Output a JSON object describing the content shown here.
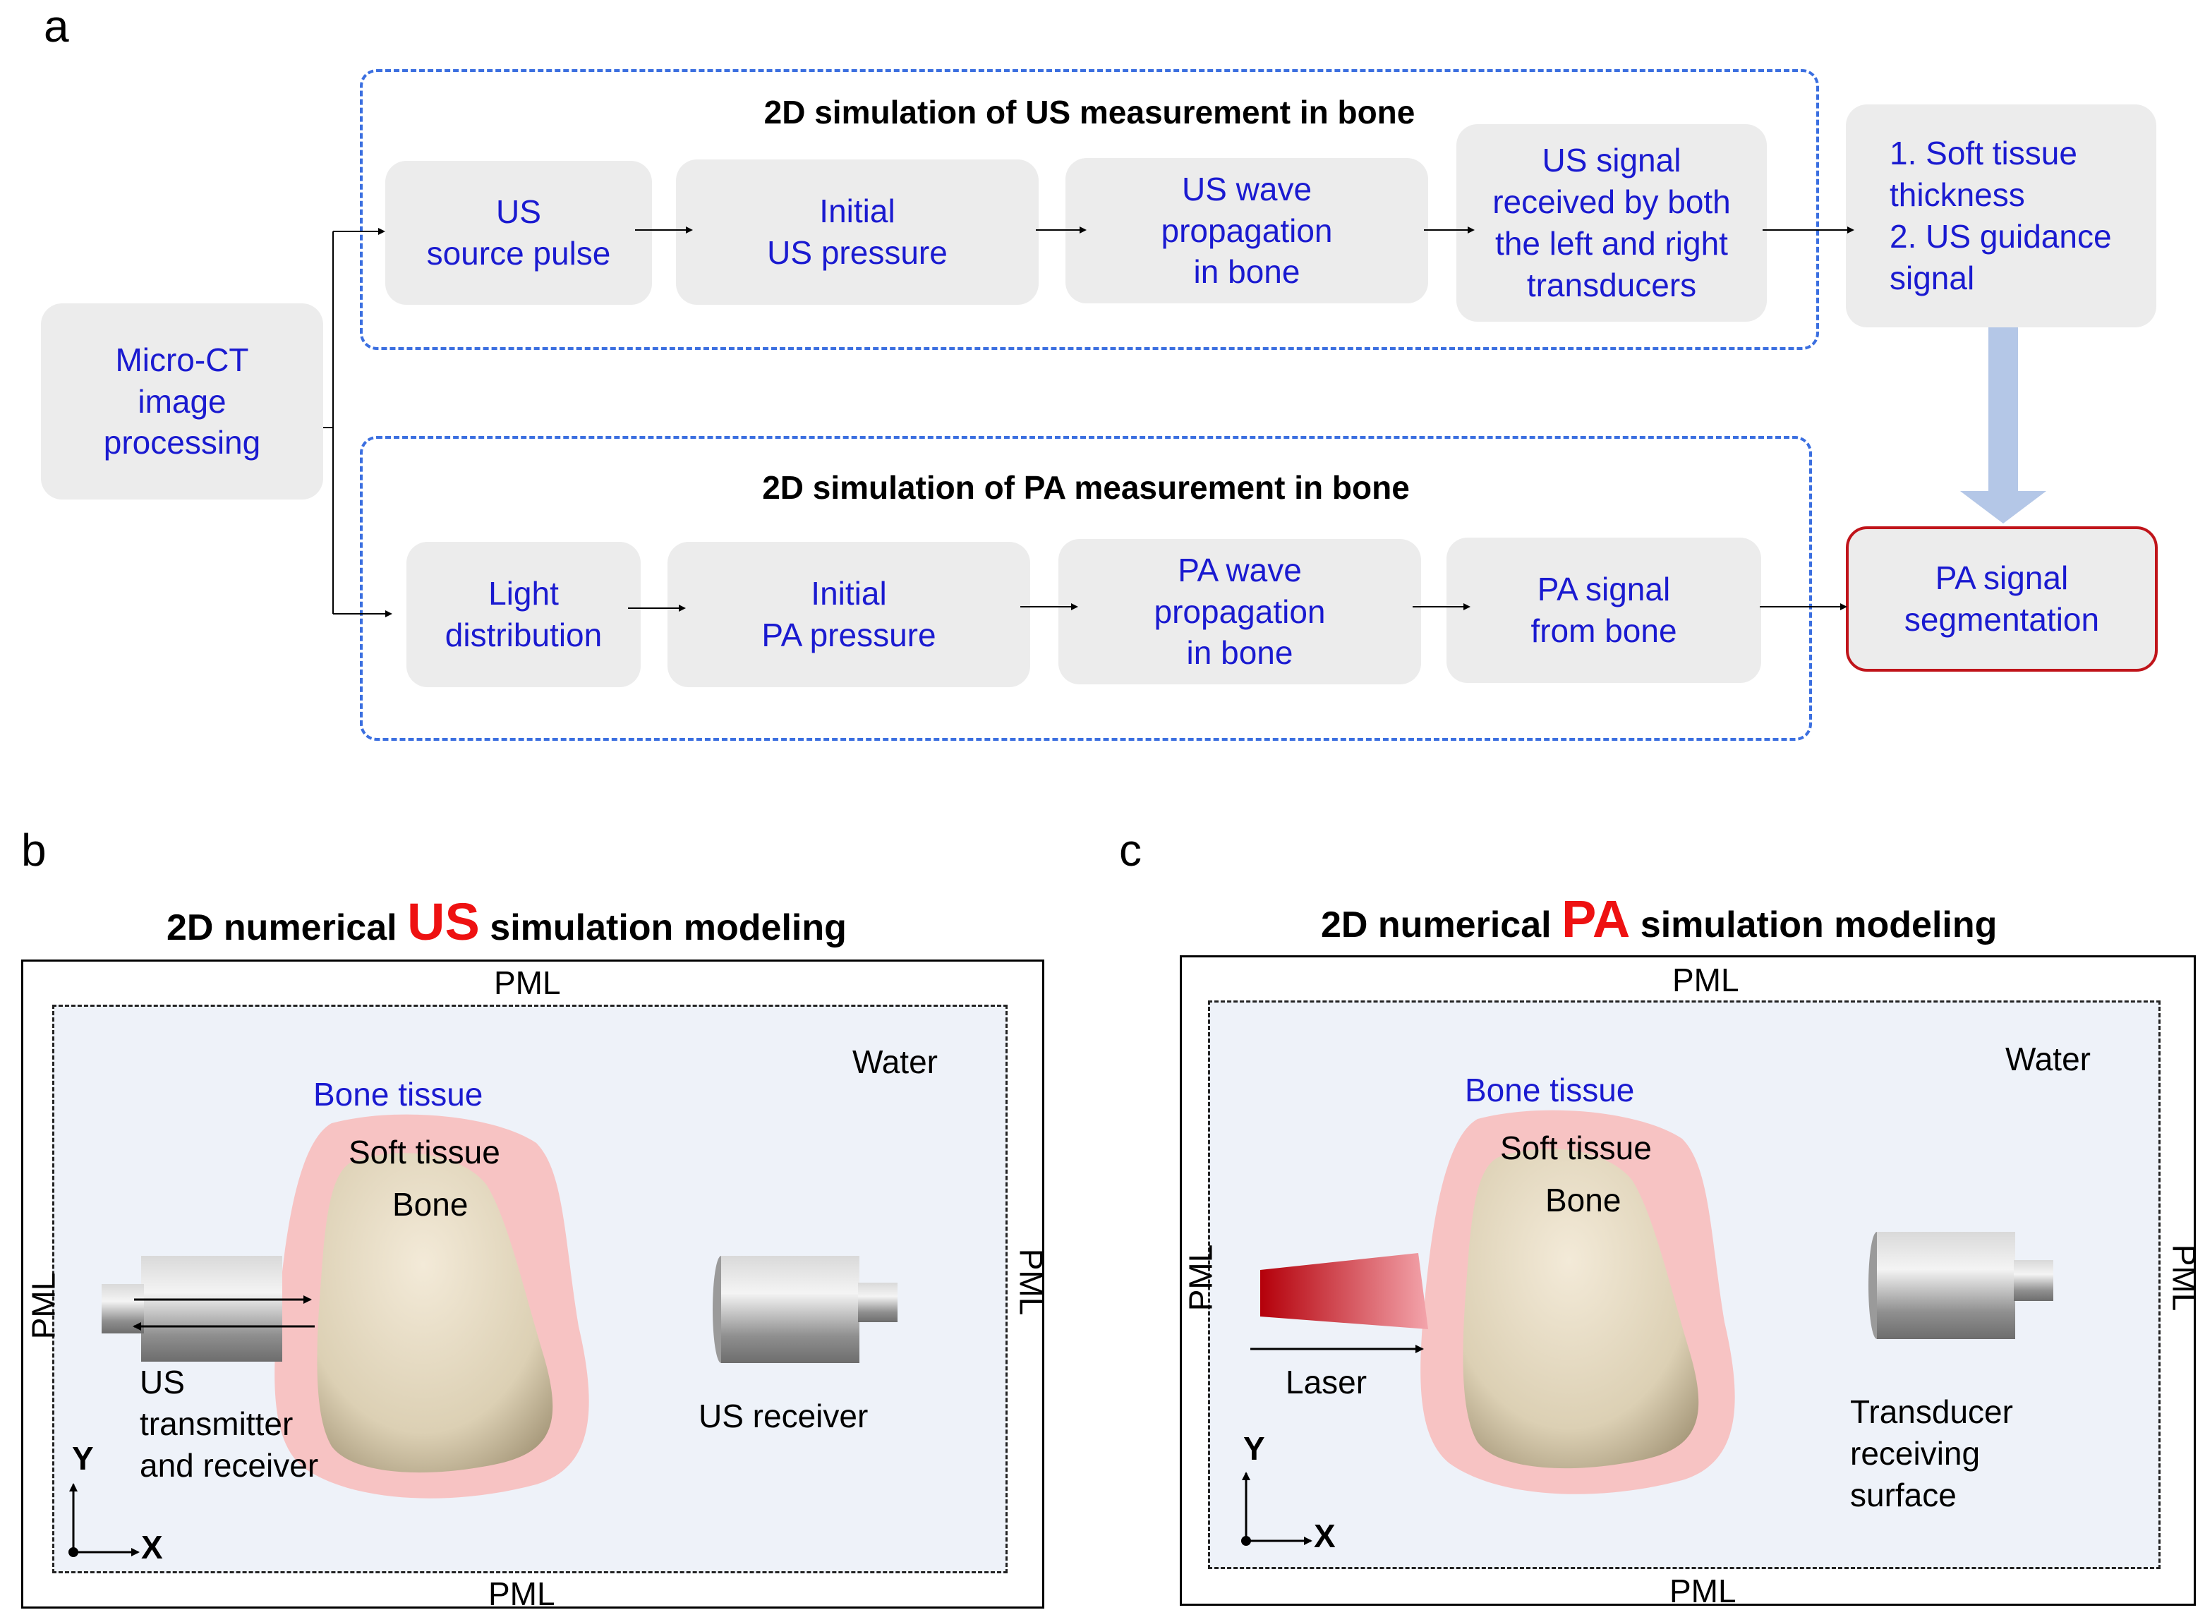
{
  "panel_a": {
    "letter": "a",
    "source_box": "Micro-CT\nimage\nprocessing",
    "us_group": {
      "title": "2D simulation of US measurement in bone",
      "steps": [
        "US\nsource pulse",
        "Initial\nUS pressure",
        "US wave\npropagation\nin bone",
        "US signal\nreceived by both\nthe left and right\ntransducers"
      ]
    },
    "us_output": "1.  Soft tissue\n     thickness\n2.  US guidance\n     signal",
    "pa_group": {
      "title": "2D simulation of PA measurement in bone",
      "steps": [
        "Light\ndistribution",
        "Initial\nPA pressure",
        "PA wave\npropagation\nin bone",
        "PA signal\nfrom bone"
      ]
    },
    "pa_output": "PA signal\nsegmentation"
  },
  "panel_b": {
    "letter": "b",
    "title_prefix": "2D  numerical ",
    "title_emph": "US",
    "title_suffix": " simulation modeling",
    "pml": "PML",
    "water": "Water",
    "bone_tissue": "Bone tissue",
    "soft_tissue": "Soft tissue",
    "bone": "Bone",
    "transmitter_label": "US\ntransmitter\nand  receiver",
    "receiver_label": "US receiver",
    "axis_y": "Y",
    "axis_x": "X"
  },
  "panel_c": {
    "letter": "c",
    "title_prefix": "2D  numerical ",
    "title_emph": "PA",
    "title_suffix": " simulation modeling",
    "pml": "PML",
    "water": "Water",
    "bone_tissue": "Bone tissue",
    "soft_tissue": "Soft tissue",
    "bone": "Bone",
    "laser_label": "Laser",
    "transducer_label": "Transducer\nreceiving\nsurface",
    "axis_y": "Y",
    "axis_x": "X"
  },
  "colors": {
    "step_text": "#1a1ad0",
    "group_border": "#3b6fe0",
    "emphasis": "#ee1111",
    "soft_tissue": "#f7c3c3",
    "water": "#eef2f9",
    "output_border": "#c0141a",
    "big_arrow": "#b4c7e7"
  }
}
